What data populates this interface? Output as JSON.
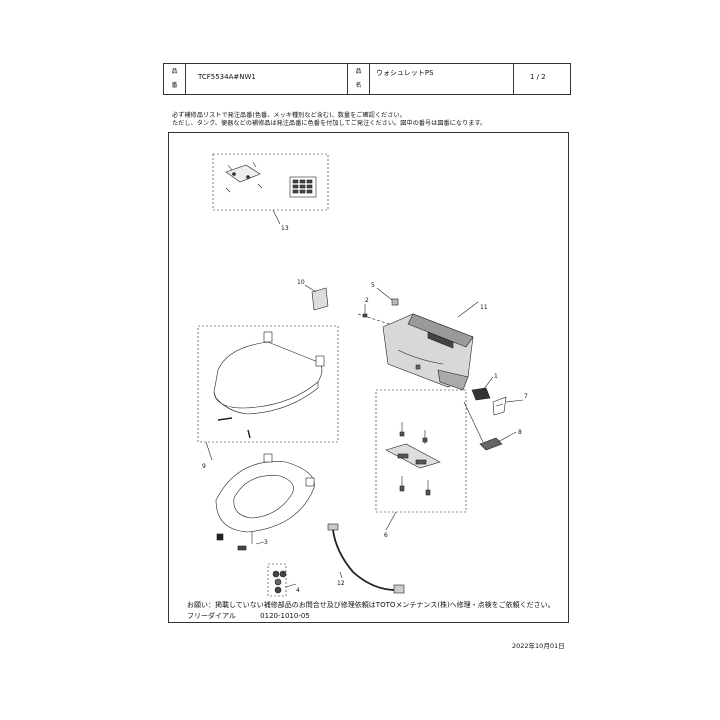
{
  "header": {
    "hinban_label": [
      "品",
      "番"
    ],
    "part_number": "TCF5534A#NW1",
    "hinmei_label": [
      "品",
      "名"
    ],
    "product_name": "ウォシュレットPS",
    "page": "1 / 2"
  },
  "notes": [
    "必ず補修品リストで発注品番(色番、メッキ種別など含む)、数量をご確認ください。",
    "ただし、タンク、便器などの補修品は発注品番に色番を付加してご発注ください。図中の番号は図番になります。"
  ],
  "callouts": [
    "13",
    "10",
    "5",
    "2",
    "11",
    "1",
    "7",
    "8",
    "9",
    "6",
    "3",
    "12",
    "4"
  ],
  "footer": {
    "notice": "お願い：掲載していない補修部品のお問合せ及び修理依頼はTOTOメンテナンス(株)へ修理・点検をご依頼ください。",
    "freedial_label": "フリーダイアル",
    "freedial_number": "0120-1010-05"
  },
  "date": "2022年10月01日"
}
